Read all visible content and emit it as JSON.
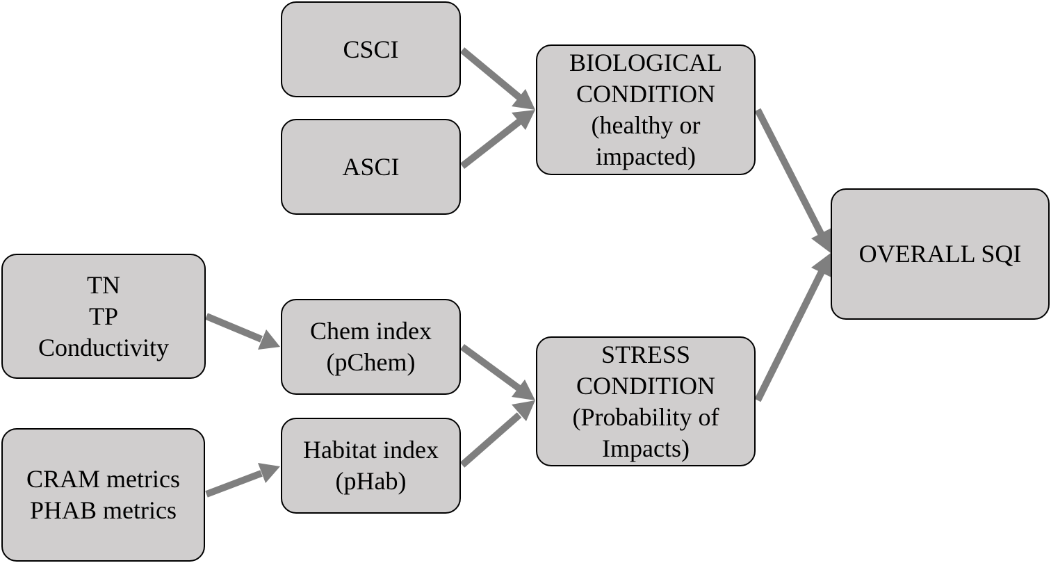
{
  "diagram": {
    "colors": {
      "box_fill": "#d0cece",
      "box_border": "#000000",
      "arrow": "#7f7f7f",
      "text": "#000000"
    },
    "nodes": {
      "csci": {
        "lines": [
          "CSCI"
        ]
      },
      "asci": {
        "lines": [
          "ASCI"
        ]
      },
      "biological": {
        "lines": [
          "BIOLOGICAL",
          "CONDITION",
          "(healthy or",
          "impacted)"
        ]
      },
      "overall": {
        "lines": [
          "OVERALL SQI"
        ]
      },
      "nutrients": {
        "lines": [
          "TN",
          "TP",
          "Conductivity"
        ]
      },
      "chem": {
        "lines": [
          "Chem index",
          "(pChem)"
        ]
      },
      "metrics": {
        "lines": [
          "CRAM metrics",
          "PHAB metrics"
        ]
      },
      "habitat": {
        "lines": [
          "Habitat index",
          "(pHab)"
        ]
      },
      "stress": {
        "lines": [
          "STRESS",
          "CONDITION",
          "(Probability of",
          "Impacts)"
        ]
      }
    },
    "edges": [
      {
        "from": "csci",
        "to": "biological"
      },
      {
        "from": "asci",
        "to": "biological"
      },
      {
        "from": "biological",
        "to": "overall"
      },
      {
        "from": "nutrients",
        "to": "chem"
      },
      {
        "from": "metrics",
        "to": "habitat"
      },
      {
        "from": "chem",
        "to": "stress"
      },
      {
        "from": "habitat",
        "to": "stress"
      },
      {
        "from": "stress",
        "to": "overall"
      }
    ]
  }
}
